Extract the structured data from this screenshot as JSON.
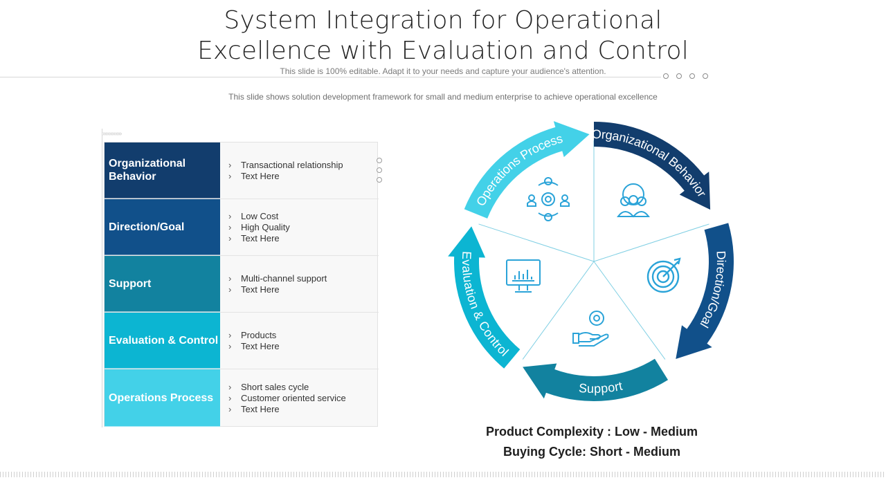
{
  "title": {
    "line1": "System Integration for Operational",
    "line2": "Excellence with Evaluation and Control"
  },
  "subtitle": "This slide is 100% editable. Adapt it to your needs and capture your audience's attention.",
  "description": "This slide shows solution development framework for small and medium enterprise to achieve operational excellence",
  "chevrons": "»»»»»»",
  "table": {
    "rows": [
      {
        "label": "Organizational Behavior",
        "color": "#123d6d",
        "items": [
          "Transactional relationship",
          "Text Here"
        ]
      },
      {
        "label": "Direction/Goal",
        "color": "#11508a",
        "items": [
          "Low Cost",
          "High Quality",
          "Text Here"
        ]
      },
      {
        "label": "Support",
        "color": "#12829f",
        "items": [
          "Multi-channel support",
          "Text Here"
        ]
      },
      {
        "label": "Evaluation & Control",
        "color": "#0cb5d2",
        "items": [
          "Products",
          "Text Here"
        ]
      },
      {
        "label": "Operations Process",
        "color": "#43d1e8",
        "items": [
          "Short sales cycle",
          "Customer oriented service",
          "Text Here"
        ]
      }
    ]
  },
  "cycle": {
    "segments": [
      {
        "label": "Organizational Behavior",
        "color": "#123d6d",
        "icon": "team-gear-icon"
      },
      {
        "label": "Direction/Goal",
        "color": "#11508a",
        "icon": "target-icon"
      },
      {
        "label": "Support",
        "color": "#12829f",
        "icon": "hand-gear-icon"
      },
      {
        "label": "Evaluation & Control",
        "color": "#0cb5d2",
        "icon": "monitor-chart-icon"
      },
      {
        "label": "Operations Process",
        "color": "#43d1e8",
        "icon": "people-cycle-icon"
      }
    ],
    "icon_color": "#2aa3d8"
  },
  "summary": {
    "line1": "Product Complexity : Low - Medium",
    "line2": "Buying Cycle: Short - Medium"
  }
}
